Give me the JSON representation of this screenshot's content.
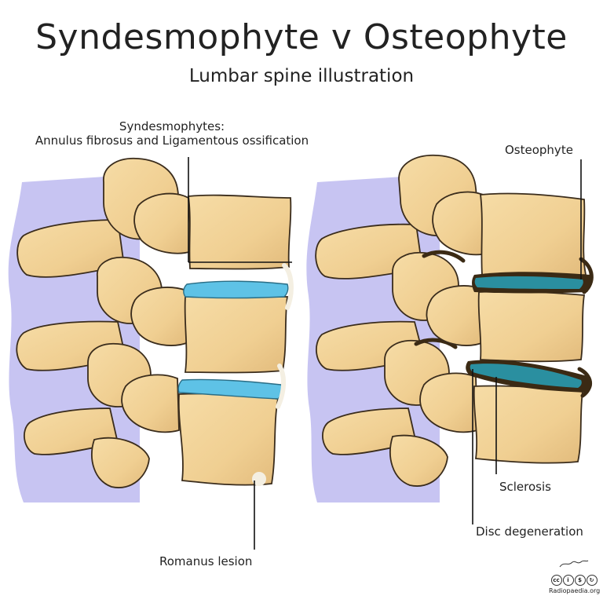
{
  "title": "Syndesmophyte v Osteophyte",
  "subtitle": "Lumbar spine illustration",
  "labels": {
    "syndesmophytes_line1": "Syndesmophytes:",
    "syndesmophytes_line2": "Annulus fibrosus and Ligamentous ossification",
    "romanus": "Romanus lesion",
    "osteophyte": "Osteophyte",
    "sclerosis": "Sclerosis",
    "disc_degeneration": "Disc degeneration"
  },
  "credit": {
    "site": "Radiopaedia.org"
  },
  "colors": {
    "bone": "#f2d49a",
    "bone_shadow": "#d9b274",
    "outline": "#3a2c1c",
    "ligament": "#b9b6ec",
    "disc_healthy": "#5ec2e6",
    "disc_degenerate": "#2a8fa0",
    "sclerosis": "#3b2a14"
  }
}
